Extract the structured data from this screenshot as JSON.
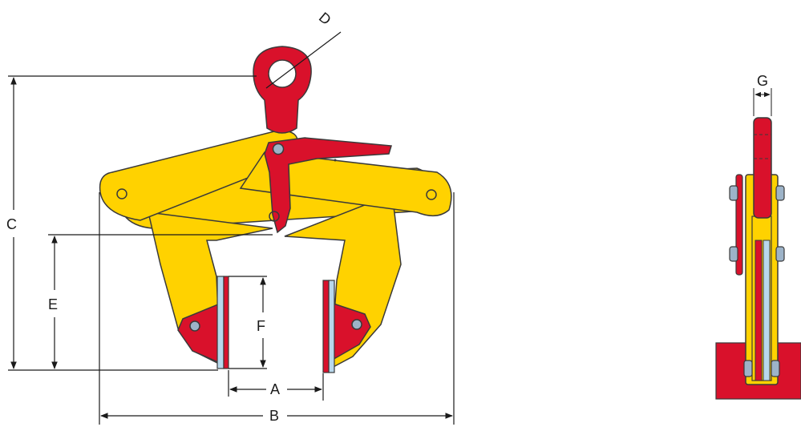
{
  "diagram": {
    "labels": {
      "a": "A",
      "b": "B",
      "c": "C",
      "d": "D",
      "e": "E",
      "f": "F",
      "g": "G"
    },
    "colors": {
      "yellow": "#ffd200",
      "red": "#d9112b",
      "steel": "#b8d8ec",
      "pin": "#9db3c8",
      "outline": "#3a3a3a",
      "dimension": "#1a1a1a"
    }
  }
}
